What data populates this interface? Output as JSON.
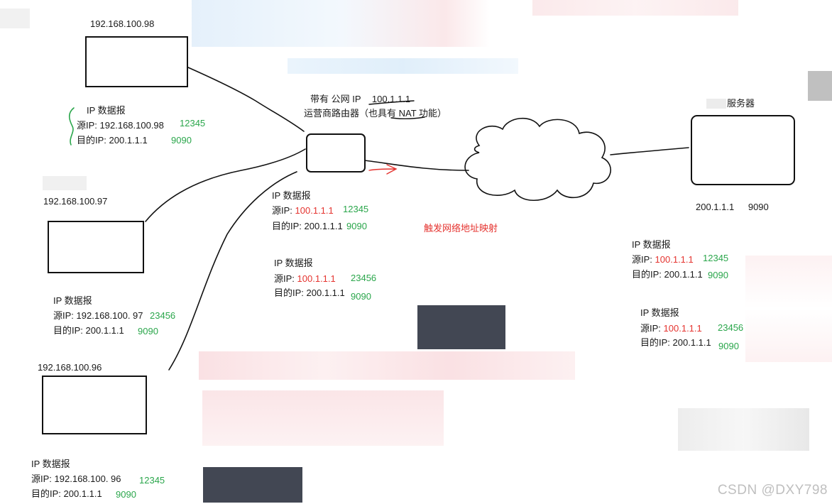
{
  "hosts": [
    {
      "id": "host-98",
      "ip": "192.168.100.98"
    },
    {
      "id": "host-97",
      "ip": "192.168.100.97"
    },
    {
      "id": "host-96",
      "ip": "192.168.100.96"
    }
  ],
  "router": {
    "line1_prefix": "带有 公网 IP",
    "line1_ip": "100.1.1.1",
    "line2": "运营商路由器（也具有 NAT 功能）"
  },
  "server": {
    "label": "服务器",
    "ip": "200.1.1.1",
    "port": "9090"
  },
  "annotation": {
    "nat": "触发网络地址映射"
  },
  "datagrams": {
    "d98": {
      "title": "IP 数据报",
      "src_label": "源IP:",
      "src_ip": "192.168.100.98",
      "src_port": "12345",
      "dst_label": "目的IP:",
      "dst_ip": "200.1.1.1",
      "dst_port": "9090"
    },
    "d97": {
      "title": "IP 数据报",
      "src_label": "源IP:",
      "src_ip": "192.168.100. 97",
      "src_port": "23456",
      "dst_label": "目的IP:",
      "dst_ip": "200.1.1.1",
      "dst_port": "9090"
    },
    "d96": {
      "title": "IP 数据报",
      "src_label": "源IP:",
      "src_ip": "192.168.100. 96",
      "src_port": "12345",
      "dst_label": "目的IP:",
      "dst_ip": "200.1.1.1",
      "dst_port": "9090"
    },
    "r1": {
      "title": "IP 数据报",
      "src_label": "源IP:",
      "src_ip": "100.1.1.1",
      "src_port": "12345",
      "dst_label": "目的IP:",
      "dst_ip": "200.1.1.1",
      "dst_port": "9090"
    },
    "r2": {
      "title": "IP 数据报",
      "src_label": "源IP:",
      "src_ip": "100.1.1.1",
      "src_port": "23456",
      "dst_label": "目的IP:",
      "dst_ip": "200.1.1.1",
      "dst_port": "9090"
    },
    "s1": {
      "title": "IP 数据报",
      "src_label": "源IP:",
      "src_ip": "100.1.1.1",
      "src_port": "12345",
      "dst_label": "目的IP:",
      "dst_ip": "200.1.1.1",
      "dst_port": "9090"
    },
    "s2": {
      "title": "IP 数据报",
      "src_label": "源IP:",
      "src_ip": "100.1.1.1",
      "src_port": "23456",
      "dst_label": "目的IP:",
      "dst_ip": "200.1.1.1",
      "dst_port": "9090"
    }
  },
  "watermark": "CSDN @DXY798",
  "colors": {
    "red": "#e5332f",
    "green": "#2aa64b",
    "line": "#111111"
  }
}
